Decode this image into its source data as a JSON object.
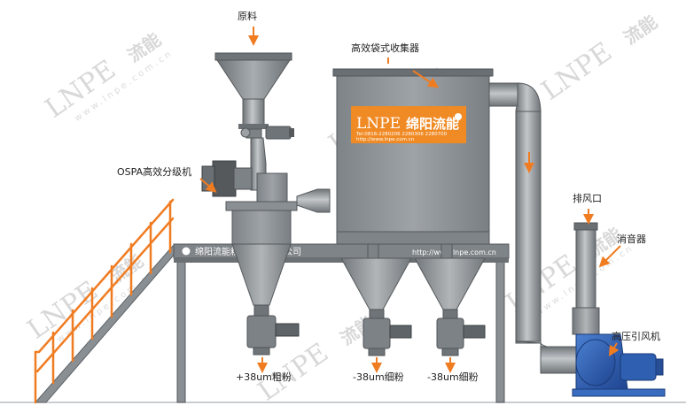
{
  "labels": {
    "raw_material": "原料",
    "bag_collector": "高效袋式收集器",
    "classifier": "OSPA高效分级机",
    "exhaust_port": "排风口",
    "silencer": "消音器",
    "fan": "高压引风机",
    "outlet_coarse": "+38um粗粉",
    "outlet_fine_1": "-38um细粉",
    "outlet_fine_2": "-38um细粉"
  },
  "collector_panel": {
    "brand_en": "LNPE",
    "brand_cn": "绵阳流能",
    "contact": "Tel:0816-2280206 2280306 2280700",
    "website": "http://www.lnpe.com.cn"
  },
  "platform_banner": {
    "company": "绵阳流能粉体设备有限公司",
    "url": "http://www.lnpe.com.cn"
  },
  "watermarks": {
    "brand_en": "LNPE",
    "brand_cn": "流能",
    "url": "www.lnpe.com.cn"
  },
  "colors": {
    "machine_gray": "#8d9296",
    "dark_gray": "#5f6468",
    "orange_accent": "#f07c22",
    "panel_orange": "#f08a24",
    "fan_blue": "#2e5fb0"
  }
}
